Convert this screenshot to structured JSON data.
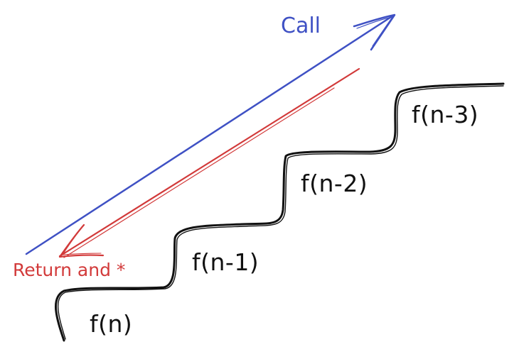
{
  "diagram": {
    "call_label": "Call",
    "return_label": "Return and *",
    "steps": [
      "f(n)",
      "f(n-1)",
      "f(n-2)",
      "f(n-3)"
    ]
  },
  "colors": {
    "call": "#3f51c4",
    "return": "#d23a3a",
    "ink": "#111111"
  }
}
